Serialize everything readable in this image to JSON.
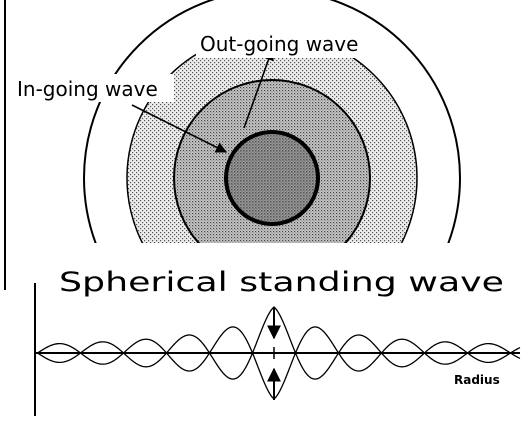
{
  "diagram": {
    "title": "Spherical standing wave",
    "labels": {
      "outgoing": "Out-going wave",
      "ingoing": "In-going wave",
      "radius": "Radius"
    },
    "colors": {
      "ink": "#000000",
      "background": "#ffffff",
      "outer_shell_fill": "#d9d9d9",
      "middle_shell_fill": "#bdbdbd",
      "core_fill": "#8f8f8f"
    }
  }
}
